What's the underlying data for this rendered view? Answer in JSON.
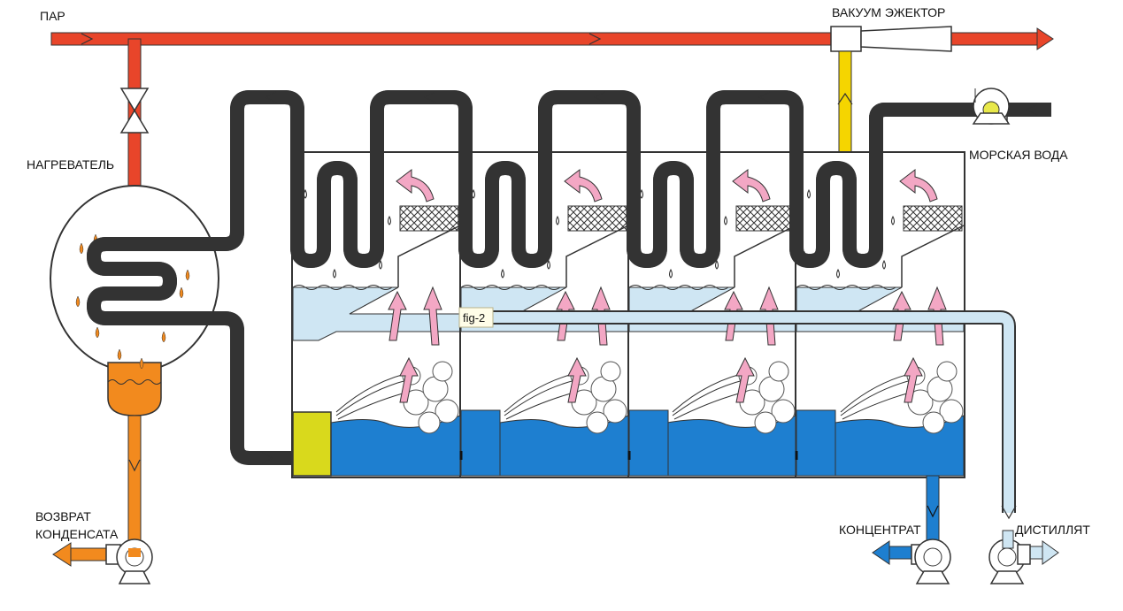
{
  "labels": {
    "steam": "ПАР",
    "ejector": "ВАКУУМ ЭЖЕКТОР",
    "heater": "НАГРЕВАТЕЛЬ",
    "seawater": "МОРСКАЯ ВОДА",
    "condensate_line1": "ВОЗВРАТ",
    "condensate_line2": "КОНДЕНСАТА",
    "concentrate": "КОНЦЕНТРАТ",
    "distillate": "ДИСТИЛЛЯТ"
  },
  "figure_tag": "fig-2",
  "colors": {
    "steam": "#e8452a",
    "seawater_pipe": "#e8e84a",
    "brine": "#1e7fd0",
    "distillate": "#cfe6f3",
    "condensate": "#f28a1e",
    "vapor_arrow": "#f3a7c4"
  }
}
